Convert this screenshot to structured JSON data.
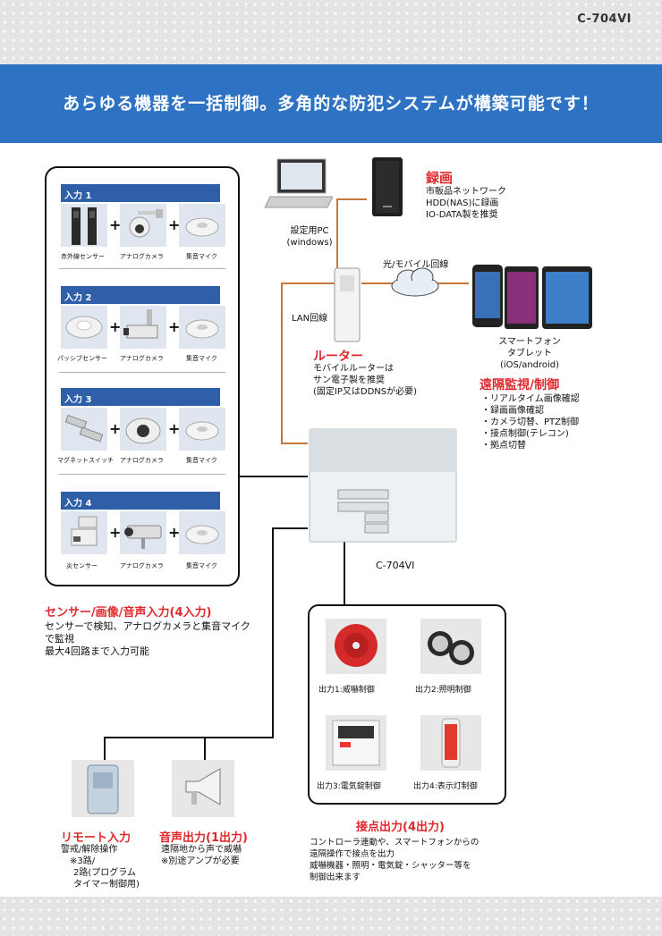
{
  "header": {
    "model": "C-704VI"
  },
  "banner": {
    "text": "あらゆる機器を一括制御。多角的な防犯システムが構築可能です！"
  },
  "inputs": {
    "groups": [
      {
        "label": "入力 1",
        "items": [
          "赤外線センサー",
          "アナログカメラ",
          "集音マイク"
        ]
      },
      {
        "label": "入力 2",
        "items": [
          "パッシブセンサー",
          "アナログカメラ",
          "集音マイク"
        ]
      },
      {
        "label": "入力 3",
        "items": [
          "マグネットスイッチ",
          "アナログカメラ",
          "集音マイク"
        ]
      },
      {
        "label": "入力 4",
        "items": [
          "炎センサー",
          "アナログカメラ",
          "集音マイク"
        ]
      }
    ],
    "plus": "+",
    "title": "センサー/画像/音声入力(4入力)",
    "desc": [
      "センサーで検知、アナログカメラと集音マイク",
      "で監視",
      "最大4回路まで入力可能"
    ]
  },
  "pc": {
    "label": [
      "設定用PC",
      "(windows)"
    ]
  },
  "recording": {
    "title": "録画",
    "desc": [
      "市販品ネットワーク",
      "HDD(NAS)に録画",
      "IO-DATA製を推奨"
    ]
  },
  "network": {
    "label": "光/モバイル回線",
    "lan": "LAN回線"
  },
  "devices": {
    "label": [
      "スマートフォン",
      "タブレット",
      "(iOS/android)"
    ]
  },
  "router": {
    "title": "ルーター",
    "desc": [
      "モバイルルーターは",
      "サン電子製を推奨",
      "(固定IP又はDDNSが必要)"
    ]
  },
  "remote": {
    "title": "遠隔監視/制御",
    "items": [
      "・リアルタイム画像確認",
      "・録画画像確認",
      "・カメラ切替、PTZ制御",
      "・接点制御(テレコン)",
      "・拠点切替"
    ]
  },
  "unit": {
    "label": "C-704VI"
  },
  "outputs": {
    "items": [
      "出力1:威嚇制御",
      "出力2:照明制御",
      "出力3:電気錠制御",
      "出力4:表示灯制御"
    ],
    "title": "接点出力(4出力)",
    "desc": [
      "コントローラ連動や、スマートフォンからの",
      "遠隔操作で接点を出力",
      "威嚇機器・照明・電気錠・シャッター等を",
      "制御出来ます"
    ]
  },
  "remote_input": {
    "title": "リモート入力",
    "desc": [
      "警戒/解除操作",
      "※3路/",
      "2路(プログラム",
      "タイマー制御用)"
    ]
  },
  "audio_output": {
    "title": "音声出力(1出力)",
    "desc": [
      "遠隔地から声で威嚇",
      "※別途アンプが必要"
    ]
  },
  "colors": {
    "banner": "#2e72c4",
    "accent_red": "#e0282c",
    "group_label": "#2f5fa8",
    "lan_line": "#c8773c"
  }
}
